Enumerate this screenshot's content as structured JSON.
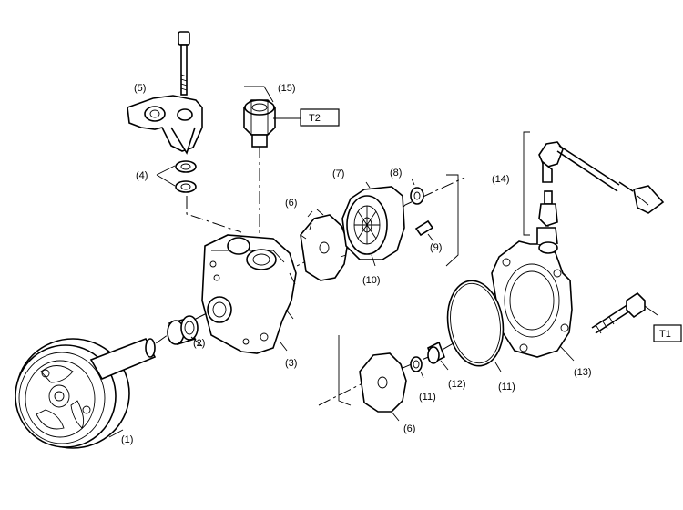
{
  "labels": {
    "l1": "(1)",
    "l2": "(2)",
    "l3": "(3)",
    "l4": "(4)",
    "l5": "(5)",
    "l6a": "(6)",
    "l6b": "(6)",
    "l7": "(7)",
    "l8": "(8)",
    "l9": "(9)",
    "l10": "(10)",
    "l11a": "(11)",
    "l11b": "(11)",
    "l12": "(12)",
    "l13": "(13)",
    "l14": "(14)",
    "l15": "(15)"
  },
  "torque": {
    "t1": "T1",
    "t2": "T2"
  }
}
